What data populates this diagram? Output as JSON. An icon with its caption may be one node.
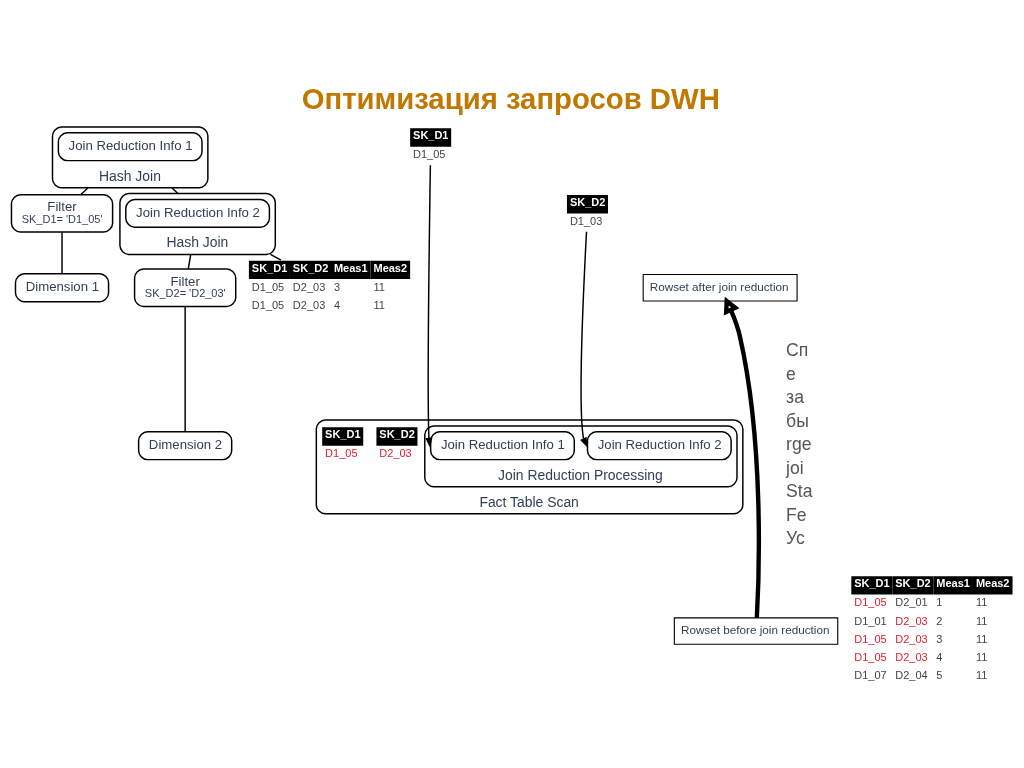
{
  "diagram": {
    "title": "Оптимизация запросов DWH",
    "nodes": [
      {
        "text": [
          "Hash Join"
        ]
      },
      {
        "text": [
          "Join Reduction Info 1"
        ],
        "in": 0
      },
      {
        "text": [
          "SK_D1",
          "D1_05"
        ]
      },
      {
        "text": [
          "Filter",
          "SK_D1= 'D1_05'"
        ]
      },
      {
        "text": [
          "Dimension 1"
        ]
      },
      {
        "text": [
          "Hash Join"
        ]
      },
      {
        "text": [
          "Join Reduction Info 2"
        ],
        "in": 5
      },
      {
        "text": [
          "SK_D2",
          "D1_03"
        ]
      },
      {
        "text": [
          "Filter",
          "SK_D2= 'D2_03'"
        ]
      },
      {
        "text": [
          "Dimension 2"
        ]
      },
      {
        "text": [
          "SK_D1",
          "SK_D2",
          "Meas1",
          "Meas2",
          "D1_05",
          "D2_03",
          "3",
          "11",
          "D1_05",
          "D2_03",
          "4",
          "11"
        ]
      },
      {
        "text": [
          "Rowset after join reduction"
        ]
      },
      {
        "text": [
          "Fact Table Scan"
        ]
      },
      {
        "text": [
          "Join Reduction Processing"
        ],
        "in": 12
      },
      {
        "text": [
          "Join Reduction Info 2"
        ],
        "in": 13
      },
      {
        "text": [
          "SK_D2",
          "D2_03"
        ],
        "in": 12
      },
      {
        "text": [
          "Join Reduction Info 1"
        ],
        "in": 13
      },
      {
        "text": [
          "SK_D1",
          "D1_05"
        ],
        "in": 12
      },
      {
        "text": [
          "SK_D1",
          "SK_D2",
          "Meas1",
          "Meas2",
          "D1_05",
          "D2_01",
          "1",
          "11",
          "D1_01",
          "D2_03",
          "2",
          "11",
          "D1_05",
          "D2_03",
          "3",
          "11",
          "D1_05",
          "D2_03",
          "4",
          "11",
          "D1_07",
          "D2_04",
          "5",
          "11"
        ]
      },
      {
        "text": [
          "Rowset before join reduction"
        ]
      }
    ],
    "edges": [
      {
        "from": 0,
        "to": 3,
        "arrow": "none"
      },
      {
        "from": 0,
        "to": 5,
        "arrow": "none"
      },
      {
        "from": 3,
        "to": 4,
        "arrow": "none"
      },
      {
        "from": 5,
        "to": 8,
        "arrow": "none"
      },
      {
        "from": 5,
        "to": 10,
        "arrow": "none"
      },
      {
        "from": 8,
        "to": 9,
        "arrow": "none"
      },
      {
        "from": 7,
        "to": 14,
        "arrow": "to"
      },
      {
        "from": 2,
        "to": 16,
        "arrow": "to"
      },
      {
        "from": 19,
        "to": 11,
        "arrow": "to",
        "style": "thick"
      }
    ],
    "labels": [
      "Сп",
      "е",
      "за",
      "бы",
      "rge",
      "joi",
      "Sta",
      "Fe",
      "Ус"
    ]
  }
}
